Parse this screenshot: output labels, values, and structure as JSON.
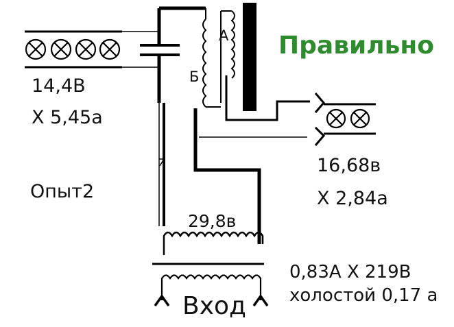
{
  "verdict": "Правильно",
  "experiment": "Опыт2",
  "winding_labels": {
    "a": "А",
    "b": "Б"
  },
  "left_load": {
    "voltage": "14,4В",
    "current": "Х 5,45а"
  },
  "right_load": {
    "voltage": "16,68в",
    "current": "Х 2,84а"
  },
  "secondary": {
    "voltage": "29,8в"
  },
  "input": {
    "label": "Вход",
    "reading": "0,83А Х 219В",
    "idle": "холостой 0,17 а"
  },
  "colors": {
    "verdict": "#2e8b2e",
    "line": "#000000"
  }
}
